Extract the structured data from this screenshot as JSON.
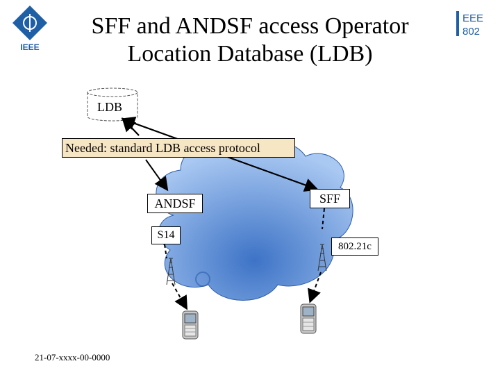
{
  "slide": {
    "title_line1": "SFF and ANDSF access Operator",
    "title_line2": "Location Database (LDB)",
    "footer": "21-07-xxxx-00-0000"
  },
  "logos": {
    "left_text": "IEEE",
    "right_text_top": "EEE",
    "right_text_bottom": "802"
  },
  "diagram": {
    "ldb_label": "LDB",
    "needed_label": "Needed: standard LDB access protocol",
    "andsf_label": "ANDSF",
    "sff_label": "SFF",
    "s14_label": "S14",
    "ieee_label": "802.21c"
  },
  "colors": {
    "cloud_fill": "#6fa0e6",
    "cloud_fill_dark": "#3d73c6",
    "needed_fill": "#f7e6c4",
    "logo_blue": "#1f5fa6"
  },
  "icons": [
    "ieee-logo-icon",
    "ieee-802-logo-icon",
    "database-icon",
    "cloud-icon",
    "antenna-icon",
    "mobile-phone-icon"
  ]
}
